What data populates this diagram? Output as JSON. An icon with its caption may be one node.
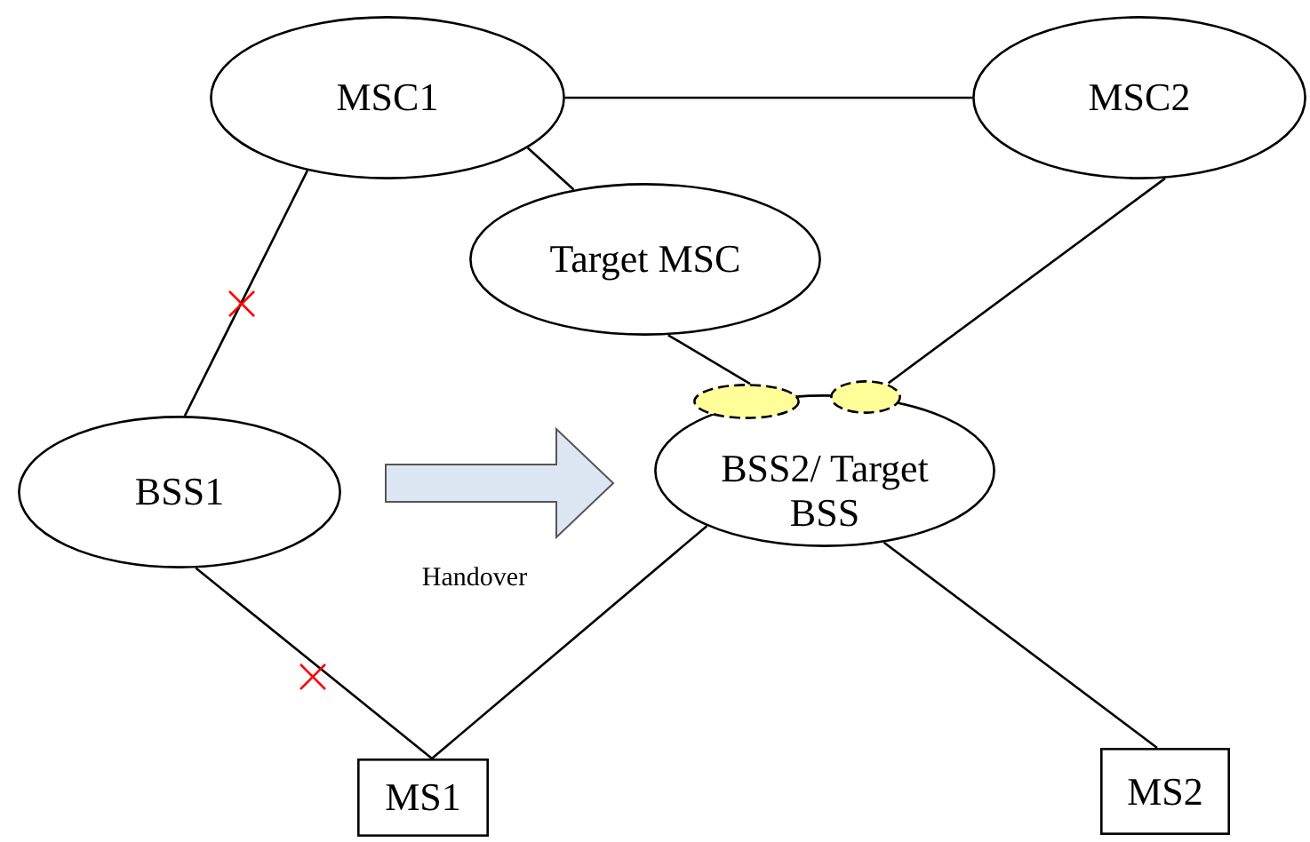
{
  "diagram": {
    "nodes": [
      {
        "text": [
          "MSC1"
        ]
      },
      {
        "text": [
          "MSC2"
        ]
      },
      {
        "text": [
          "Target MSC"
        ]
      },
      {
        "text": [],
        "shape": "ellipse"
      },
      {
        "text": [],
        "shape": "ellipse"
      },
      {
        "text": [
          "BSS1"
        ]
      },
      {
        "text": [
          "BSS2/ Target BSS"
        ]
      },
      {
        "text": [
          "MS1"
        ]
      },
      {
        "text": [
          "MS2"
        ]
      }
    ],
    "edges": [
      {
        "from": 0,
        "to": 1,
        "arrow": "none"
      },
      {
        "from": 0,
        "to": 2,
        "arrow": "none"
      },
      {
        "from": 0,
        "to": 5,
        "arrow": "none"
      },
      {
        "from": 2,
        "to": 3,
        "arrow": "none"
      },
      {
        "from": 1,
        "to": 4,
        "arrow": "none"
      },
      {
        "from": 5,
        "to": 7,
        "arrow": "none"
      },
      {
        "from": 6,
        "to": 7,
        "arrow": "none"
      },
      {
        "from": 6,
        "to": 8,
        "arrow": "none"
      },
      {
        "from": 5,
        "to": 6,
        "arrow": "to",
        "label": "Handover",
        "style": "thick",
        "color": "#dde6f3"
      }
    ]
  }
}
